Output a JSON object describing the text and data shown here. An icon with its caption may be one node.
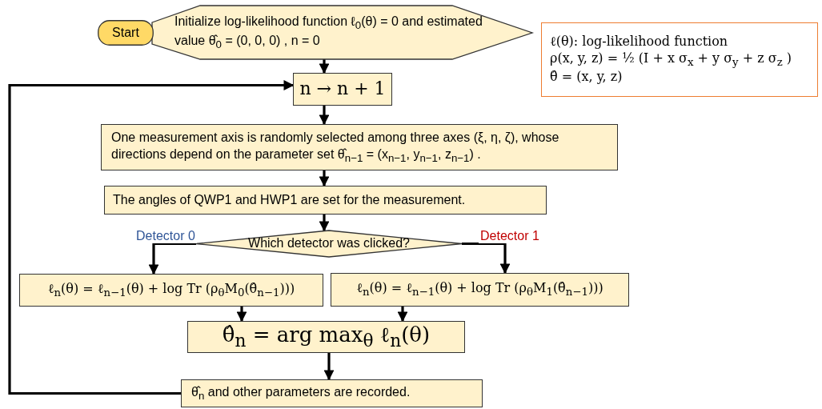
{
  "diagram": {
    "nodes": [
      {
        "text": [
          "Start"
        ]
      },
      {
        "text": [
          "Initialize log-likelihood function ℓ$_{0}$(θ) = 0 and estimated value θ̂$_{0}$ = (0, 0, 0) , n = 0"
        ]
      },
      {
        "text": [
          "ℓ(θ): log-likelihood function",
          "ρ(x, y, z) = ½ (I + x σ$_{x}$ + y σ$_{y}$ + z σ$_{z}$ )",
          "θ̂ = (x, y, z)"
        ]
      },
      {
        "text": [
          "n → n + 1"
        ]
      },
      {
        "text": [
          "One measurement axis is randomly selected among three axes (ξ, η, ζ), whose directions depend on the parameter set θ̂$_{n−1}$ = (x$_{n−1}$, y$_{n−1}$, z$_{n−1}$) ."
        ]
      },
      {
        "text": [
          "The angles of QWP1 and HWP1 are set for the measurement."
        ]
      },
      {
        "text": [
          "Which detector was clicked?"
        ]
      },
      {
        "text": [
          "ℓ$_{n}$(θ) = ℓ$_{n−1}$(θ) + log Tr (ρ$_{θ}$M$_{0}$(θ̂$_{n−1}$)))"
        ]
      },
      {
        "text": [
          "ℓ$_{n}$(θ) = ℓ$_{n−1}$(θ) + log Tr (ρ$_{θ}$M$_{1}$(θ̂$_{n−1}$)))"
        ]
      },
      {
        "text": [
          "θ̂$_{n}$ = arg max$_{θ}$ ℓ$_{n}$(θ)"
        ]
      },
      {
        "text": [
          "θ̂$_{n}$ and other parameters are recorded."
        ]
      }
    ],
    "edges": [
      {
        "from": 1,
        "to": 3,
        "arrow": "to"
      },
      {
        "from": 3,
        "to": 4,
        "arrow": "to"
      },
      {
        "from": 4,
        "to": 5,
        "arrow": "to"
      },
      {
        "from": 5,
        "to": 6,
        "arrow": "to"
      },
      {
        "from": 6,
        "to": 7,
        "arrow": "to",
        "label": "Detector 0"
      },
      {
        "from": 6,
        "to": 8,
        "arrow": "to",
        "label": "Detector 1"
      },
      {
        "from": 7,
        "to": 9,
        "arrow": "to"
      },
      {
        "from": 8,
        "to": 9,
        "arrow": "to"
      },
      {
        "from": 9,
        "to": 10,
        "arrow": "to"
      },
      {
        "from": 10,
        "to": 3,
        "arrow": "to"
      }
    ]
  }
}
